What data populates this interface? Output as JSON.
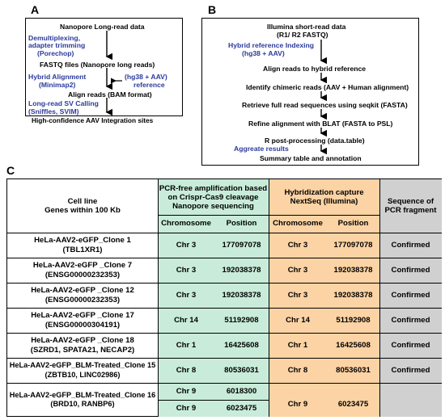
{
  "panel_a": {
    "letter": "A",
    "title": "Nanopore Long-read data",
    "step1_line1": "Demultiplexing,",
    "step1_line2": "adapter trimming",
    "step1_line3": "(Porechop)",
    "out1": "FASTQ files (Nanopore long reads)",
    "step2_line1": "Hybrid Alignment",
    "step2_line2": "(Minimap2)",
    "ref_line1": "(hg38 + AAV)",
    "ref_line2": "reference",
    "out2": "Align reads (BAM format)",
    "step3_line1": "Long-read SV Calling",
    "step3_line2": "(Sniffles, SVIM)",
    "out3": "High-confidence AAV Integration sites"
  },
  "panel_b": {
    "letter": "B",
    "title_line1": "Illumina short-read data",
    "title_line2": "(R1/ R2 FASTQ)",
    "step1_line1": "Hybrid reference Indexing",
    "step1_line2": "(hg38 + AAV)",
    "s1": "Align reads to hybrid reference",
    "s2": "Identify chimeric reads (AAV + Human alignment)",
    "s3": "Retrieve full read sequences using seqkit (FASTA)",
    "s4": "Refine alignment with BLAT (FASTA to PSL)",
    "s5": "R post-processing (data.table)",
    "agg": "Aggreate results",
    "s6": "Summary table and annotation"
  },
  "panel_c": {
    "letter": "C",
    "header_cell_line1": "Cell line",
    "header_cell_line2": "Genes within 100 Kb",
    "pcr_line1": "PCR-free amplification based",
    "pcr_line2": "on Crispr-Cas9 cleavage",
    "pcr_line3": "Nanopore sequencing",
    "hyb_line1": "Hybridization capture",
    "hyb_line2": "NextSeq (Illumina)",
    "seq_line1": "Sequence of",
    "seq_line2": "PCR fragment",
    "col_chrom": "Chromosome",
    "col_pos": "Position",
    "rows": [
      {
        "name": "HeLa-AAV2-eGFP_Clone 1",
        "genes": "(TBL1XR1)",
        "chr1": "Chr 3",
        "pos1": "177097078",
        "chr2": "Chr 3",
        "pos2": "177097078",
        "seq": "Confirmed"
      },
      {
        "name": "HeLa-AAV2-eGFP _Clone 7",
        "genes": "(ENSG00000232353)",
        "chr1": "Chr 3",
        "pos1": "192038378",
        "chr2": "Chr 3",
        "pos2": "192038378",
        "seq": "Confirmed"
      },
      {
        "name": "HeLa-AAV2-eGFP _Clone 12",
        "genes": "(ENSG00000232353)",
        "chr1": "Chr 3",
        "pos1": "192038378",
        "chr2": "Chr 3",
        "pos2": "192038378",
        "seq": "Confirmed"
      },
      {
        "name": "HeLa-AAV2-eGFP _Clone 17",
        "genes": "(ENSG00000304191)",
        "chr1": "Chr 14",
        "pos1": "51192908",
        "chr2": "Chr 14",
        "pos2": "51192908",
        "seq": "Confirmed"
      },
      {
        "name": "HeLa-AAV2-eGFP _Clone 18",
        "genes": "(SZRD1, SPATA21, NECAP2)",
        "chr1": "Chr 1",
        "pos1": "16425608",
        "chr2": "Chr 1",
        "pos2": "16425608",
        "seq": "Confirmed"
      },
      {
        "name": "HeLa-AAV2-eGFP_BLM-Treated_Clone 15",
        "genes": "(ZBTB10, LINC02986)",
        "chr1": "Chr 8",
        "pos1": "80536031",
        "chr2": "Chr 8",
        "pos2": "80536031",
        "seq": "Confirmed"
      }
    ],
    "last_row": {
      "name": "HeLa-AAV2-eGFP_BLM-Treated_Clone 16",
      "genes": "(BRD10, RANBP6)",
      "chr1a": "Chr 9",
      "pos1a": "6018300",
      "chr1b": "Chr 9",
      "pos1b": "6023475",
      "chr2": "Chr 9",
      "pos2": "6023475"
    }
  },
  "colors": {
    "green": "#c8ecd9",
    "orange": "#fcd3a4",
    "gray": "#d0d0d0",
    "blue": "#2b3a9c"
  }
}
